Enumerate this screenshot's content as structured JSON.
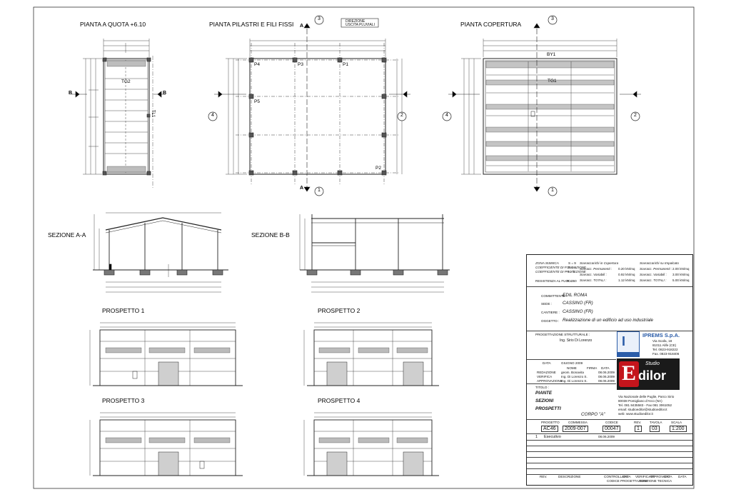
{
  "titles": {
    "plan_quota": "PIANTA A QUOTA +6.10",
    "plan_pilastri": "PIANTA PILASTRI E FILI FISSI",
    "plan_copertura": "PIANTA COPERTURA",
    "sez_aa": "SEZIONE A-A",
    "sez_bb": "SEZIONE B-B",
    "prosp1": "PROSPETTO 1",
    "prosp2": "PROSPETTO 2",
    "prosp3": "PROSPETTO 3",
    "prosp4": "PROSPETTO 4"
  },
  "plan_labels": {
    "tg2": "TG2",
    "tg1": "TG1",
    "by1": "BY1",
    "tl1": "TL1",
    "p1": "P1",
    "p2": "P2",
    "p3": "P3",
    "p4": "P4",
    "p5": "P5",
    "axis_1": "1",
    "axis_2": "2",
    "axis_3": "3",
    "axis_4": "4",
    "sec_a": "A",
    "sec_b": "B",
    "direzione_1": "DIREZIONE",
    "direzione_2": "USCITA PLUVIALI"
  },
  "title_block": {
    "zona_sismica": "ZONA SISMICA",
    "coeff_fond": "COEFFICIENTE DI FONDAZIONE",
    "coeff_prot": "COEFFICIENTE DI PROTEZIONE",
    "s_val": "S = 9",
    "e_val": "E = 1",
    "i_val": "I = 1",
    "resistenza": "RESISTENZA AL FUOCO",
    "r_val": "R = 60",
    "sovr_cop": "Sovraccarichi in Copertura",
    "sovr_imp": "Sovraccarichi su Impalcato",
    "perm_label": "Sovracc. Permanenti :",
    "var_label": "Sovracc. Variabili :",
    "tot_label": "Sovracc. TOTALI :",
    "perm_cop": "0.20 kN/mq",
    "var_cop": "0.92 kN/mq",
    "tot_cop": "1.12 kN/mq",
    "perm_imp": "2.00 kN/mq",
    "var_imp": "3.00 kN/mq",
    "tot_imp": "5.00 kN/mq",
    "committente_label": "COMMITTENTE :",
    "committente": "EDIL ROMA",
    "sede_label": "SEDE :",
    "sede": "CASSINO (FR)",
    "cantiere_label": "CANTIERE :",
    "cantiere": "CASSINO (FR)",
    "oggetto_label": "OGGETTO :",
    "oggetto": "Realizzazione di un edificio ad uso industriale",
    "progettazione_label": "PROGETTAZIONE STRUTTURALE :",
    "progettista": "Ing. Sirio Di Lorenzo",
    "company": "IPREMS S.p.A.",
    "company_addr1": "Via Scafa, 18",
    "company_addr2": "81011 Alife (CE)",
    "company_tel": "Tel. 0823-918222",
    "company_fax": "Fax. 0823-918406",
    "data_label": "DATA",
    "data_value": "GIUGNO 2009",
    "row_redazione": "REDAZIONE",
    "row_verifica": "VERIFICA",
    "row_approvazione": "APPROVAZIONE",
    "redazione_nome": "geom. Bonavita",
    "verifica_nome": "Ing. Di Lorenzo S.",
    "approvazione_nome": "Ing. Di Lorenzo S.",
    "redazione_data": "08.06.2009",
    "verifica_data": "08.06.2009",
    "approvazione_data": "08.06.2009",
    "col_nome": "NOME",
    "col_firma": "FIRMA",
    "col_data": "DATA",
    "titolo_label": "TITOLO :",
    "titolo_1": "PIANTE",
    "titolo_2": "SEZIONI",
    "titolo_3": "PROSPETTI",
    "corpo": "CORPO \"A\"",
    "studio_addr1": "Via Nazionale delle Puglie, Parco Sirio",
    "studio_addr2": "80038 Pomigliano d'Arco (NA)",
    "studio_tel": "Tel. 081 8435583 - Fax 081 3061052",
    "studio_email": "email: studioedilor@studioedilor.it",
    "studio_web": "web: www.studioedilor.it",
    "progetto_label": "PROGETTO",
    "commessa_label": "COMMESSA",
    "codice_label": "CODICE",
    "rev_label": "REV.",
    "tavola_label": "TAVOLA",
    "scala_label": "SCALA",
    "progetto_val": "AC46",
    "commessa_val": "2009-007",
    "codice_val": "00047",
    "rev_val": "1",
    "tavola_val": "03",
    "scala_val": "1:200",
    "rev_row_num": "1",
    "rev_row_desc": "Esecutivo",
    "rev_row_data": "08.06.2009",
    "foot_rev": "REV.",
    "foot_desc": "DESCRIZIONE",
    "foot_controllato": "CONTROLLATO",
    "foot_data": "DATA",
    "foot_verificato": "VERIFICATO",
    "foot_approvato": "APPROVATO",
    "foot_sub1": "CODICE PROGETTAZIONE",
    "foot_sub2": "GESTIONE TECNICA"
  }
}
